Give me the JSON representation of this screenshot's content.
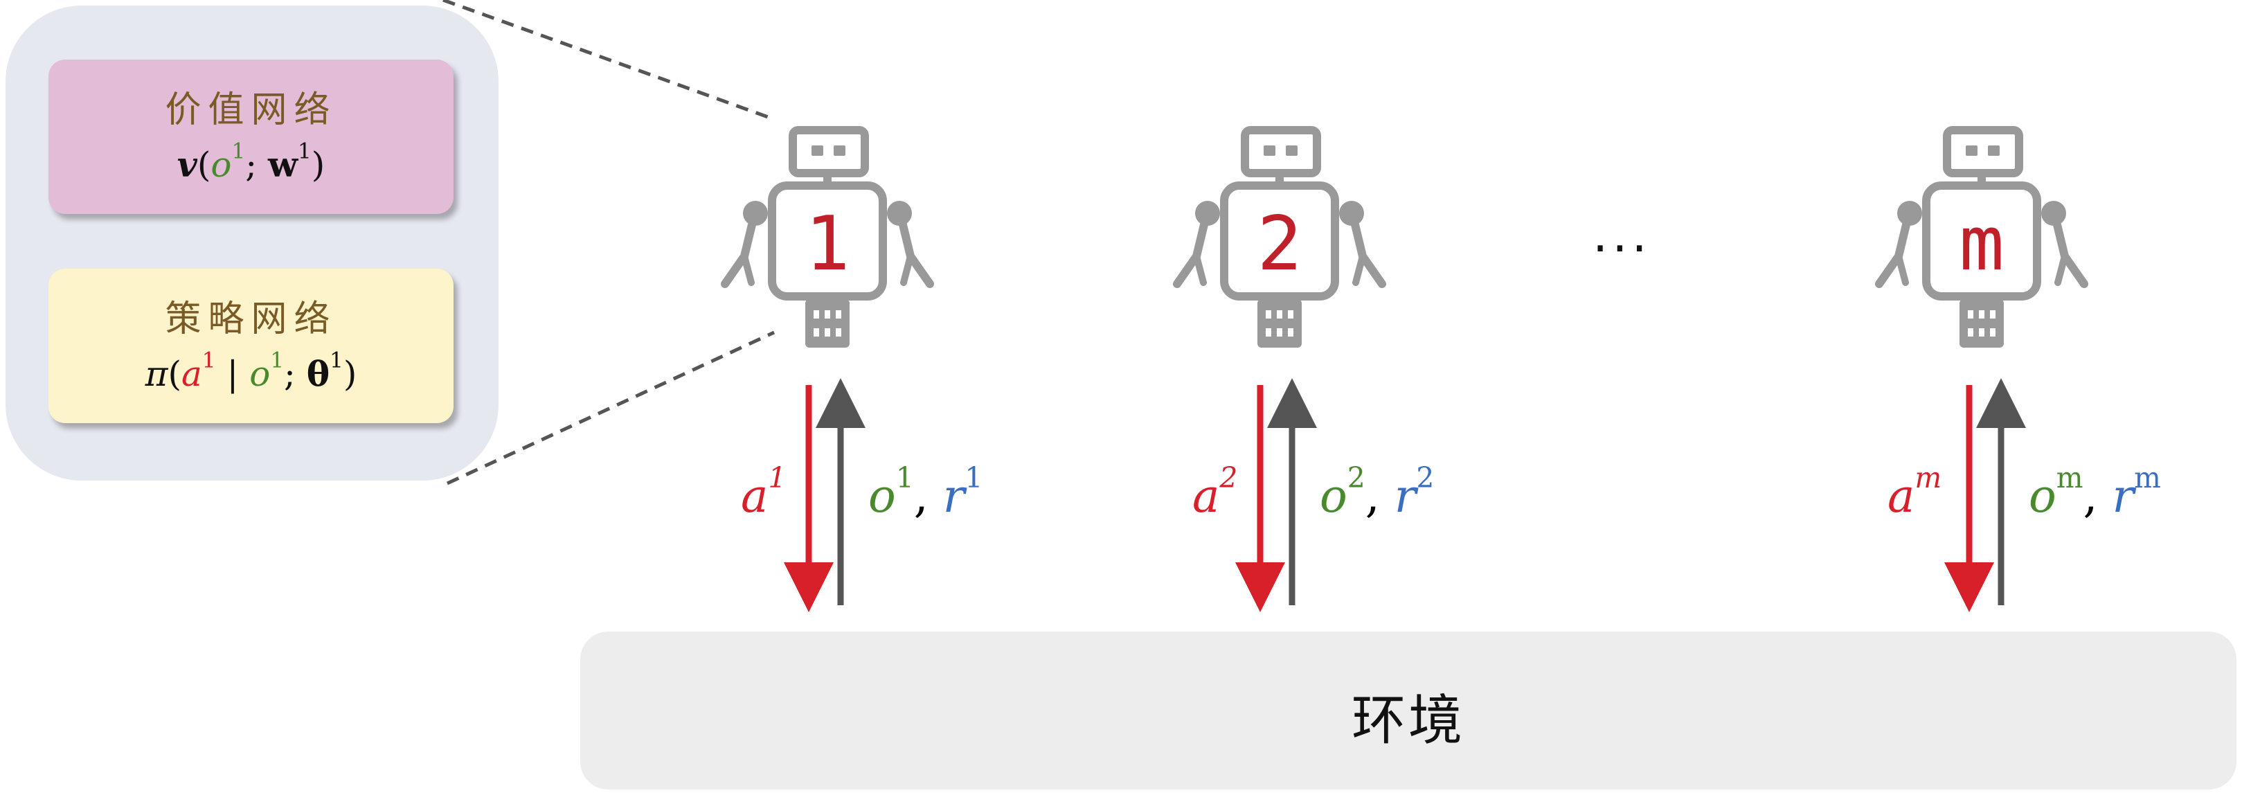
{
  "panel": {
    "value_card": {
      "title": "价值网络",
      "formula_v": "v",
      "formula_o": "o",
      "formula_sup1": "1",
      "formula_w": "w",
      "formula_sup2": "1"
    },
    "policy_card": {
      "title": "策略网络",
      "formula_pi": "π",
      "formula_a": "a",
      "formula_sup1": "1",
      "formula_bar": "|",
      "formula_o": "o",
      "formula_sup2": "1",
      "formula_theta": "θ",
      "formula_sup3": "1"
    }
  },
  "agents": [
    {
      "number": "1",
      "action": "a",
      "action_sup": "1",
      "obs": "o",
      "obs_sup": "1",
      "reward": "r",
      "reward_sup": "1"
    },
    {
      "number": "2",
      "action": "a",
      "action_sup": "2",
      "obs": "o",
      "obs_sup": "2",
      "reward": "r",
      "reward_sup": "2"
    },
    {
      "number": "m",
      "action": "a",
      "action_sup": "m",
      "obs": "o",
      "obs_sup": "m",
      "reward": "r",
      "reward_sup": "m"
    }
  ],
  "ellipsis": "···",
  "environment": {
    "label": "环境"
  },
  "colors": {
    "action": "#d8202a",
    "observation": "#4a8a2e",
    "reward": "#3a6fc0",
    "robot": "#999999",
    "number": "#c0202a"
  },
  "icons": {
    "agent": "robot-icon"
  }
}
